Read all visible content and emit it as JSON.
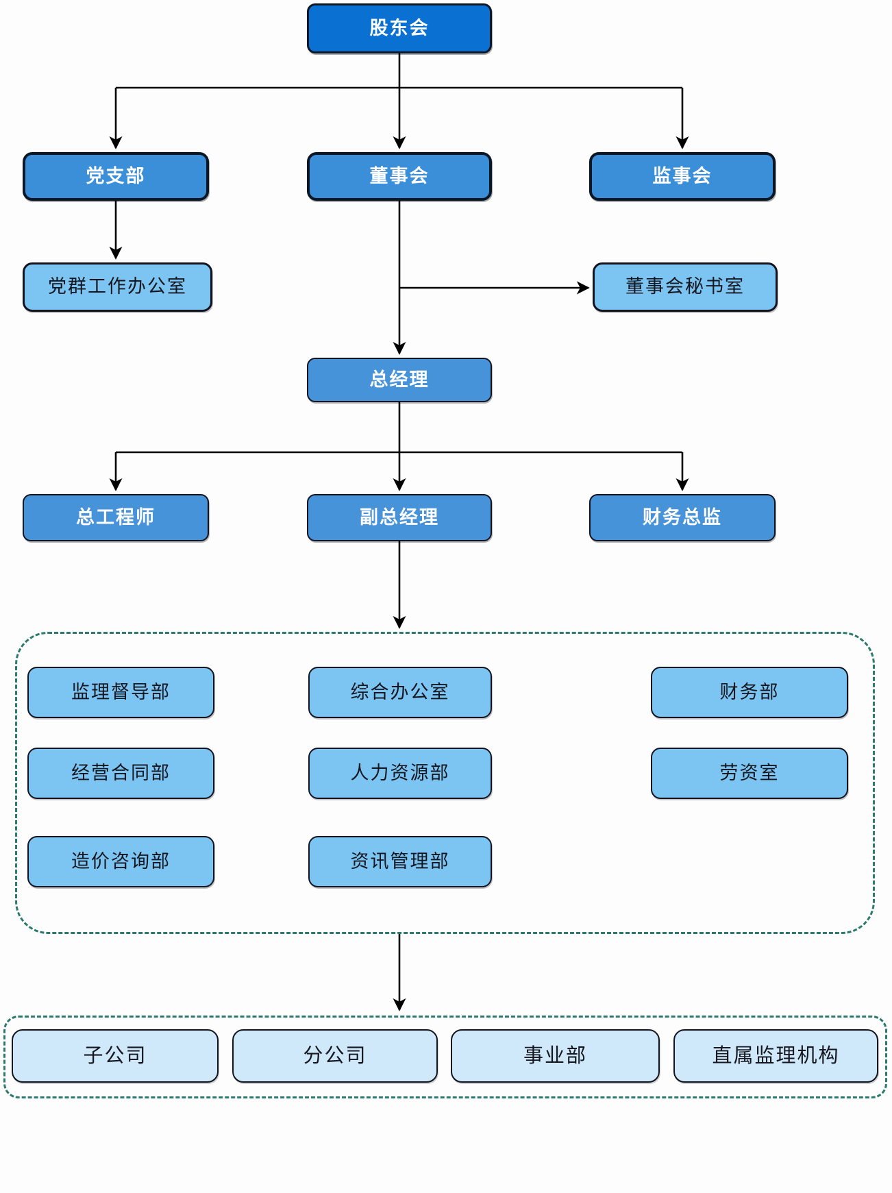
{
  "nodes": {
    "shareholders": {
      "label": "股东会"
    },
    "party_branch": {
      "label": "党支部"
    },
    "board": {
      "label": "董事会"
    },
    "supervisory_board": {
      "label": "监事会"
    },
    "party_mass_office": {
      "label": "党群工作办公室"
    },
    "board_secretary_office": {
      "label": "董事会秘书室"
    },
    "general_manager": {
      "label": "总经理"
    },
    "chief_engineer": {
      "label": "总工程师"
    },
    "deputy_general_manager": {
      "label": "副总经理"
    },
    "finance_director": {
      "label": "财务总监"
    }
  },
  "departments": [
    "监理督导部",
    "综合办公室",
    "财务部",
    "经营合同部",
    "人力资源部",
    "劳资室",
    "造价咨询部",
    "资讯管理部"
  ],
  "subordinate_units": [
    "子公司",
    "分公司",
    "事业部",
    "直属监理机构"
  ],
  "colors": {
    "root_fill": "#0a70d2",
    "level2_fill": "#3b8ed8",
    "executive_fill": "#4793da",
    "office_fill": "#7cc5f3",
    "unit_fill": "#cfe8fa",
    "box_border": "#14141f",
    "dashed_group_border": "#2b7a6d",
    "connector": "#000000",
    "text_on_blue": "#ffffff",
    "text_on_light": "#16161f"
  }
}
